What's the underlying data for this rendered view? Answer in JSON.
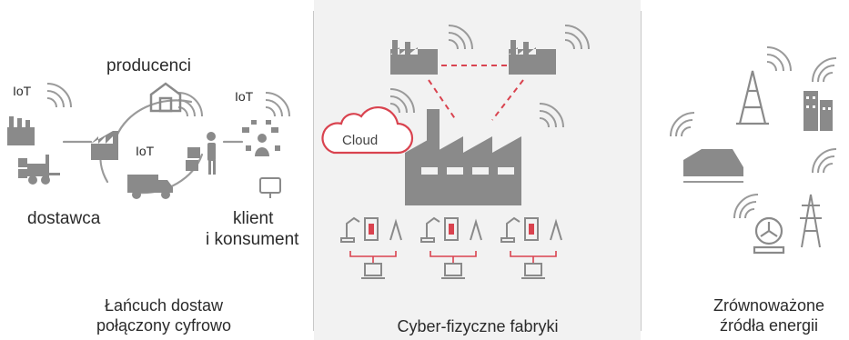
{
  "panel_supply": {
    "producers_label": "producenci",
    "supplier_label": "dostawca",
    "client_label_1": "klient",
    "client_label_2": "i konsument",
    "iot_labels": [
      "IoT",
      "IoT",
      "IoT"
    ],
    "caption_line1": "Łańcuch dostaw",
    "caption_line2": "połączony cyfrowo"
  },
  "panel_factory": {
    "cloud_label": "Cloud",
    "caption": "Cyber-fizyczne fabryki"
  },
  "panel_energy": {
    "caption_line1": "Zrównoważone",
    "caption_line2": "źródła energii"
  },
  "colors": {
    "icon_gray": "#8a8a8a",
    "accent_red": "#d9434f",
    "text": "#2b2b2b",
    "middle_panel_bg": "#f2f2f2"
  }
}
